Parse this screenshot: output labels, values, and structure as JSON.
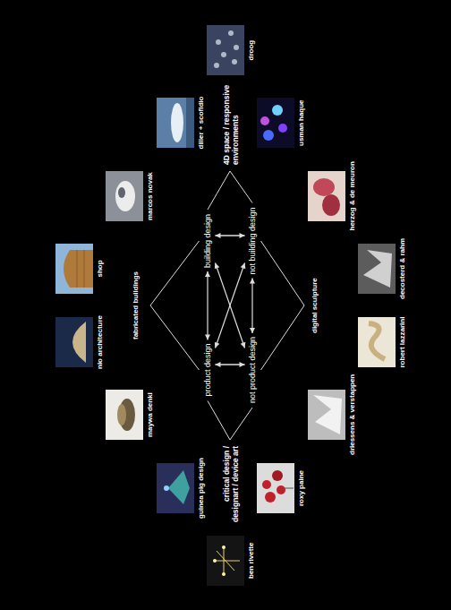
{
  "diagram": {
    "nodes": [
      {
        "text": [
          "building design"
        ]
      },
      {
        "text": [
          "not building design"
        ]
      },
      {
        "text": [
          "product design"
        ]
      },
      {
        "text": [
          "not product design"
        ]
      }
    ],
    "edges": [
      {
        "from": 0,
        "to": 1,
        "arrow": "to"
      },
      {
        "from": 1,
        "to": 0,
        "arrow": "to"
      },
      {
        "from": 2,
        "to": 3,
        "arrow": "to"
      },
      {
        "from": 3,
        "to": 2,
        "arrow": "to"
      },
      {
        "from": 2,
        "to": 0,
        "arrow": "both"
      },
      {
        "from": 3,
        "to": 1,
        "arrow": "both"
      },
      {
        "from": 0,
        "to": 3,
        "arrow": "both"
      },
      {
        "from": 2,
        "to": 1,
        "arrow": "both"
      }
    ],
    "labels": [
      "fabricated buildings",
      "4D space / responsive environments",
      "digital sculpture",
      "critical design / designart / device art",
      "droog",
      "usman haque",
      "herzog & de meuron",
      "decosterd & rahm",
      "robert lazzarini",
      "driessens & verstappen",
      "roxy paine",
      "diller + scofidio",
      "marcos novak",
      "shop",
      "nio architecture",
      "maywa denki",
      "guinea pig design",
      "ben rivette"
    ]
  }
}
